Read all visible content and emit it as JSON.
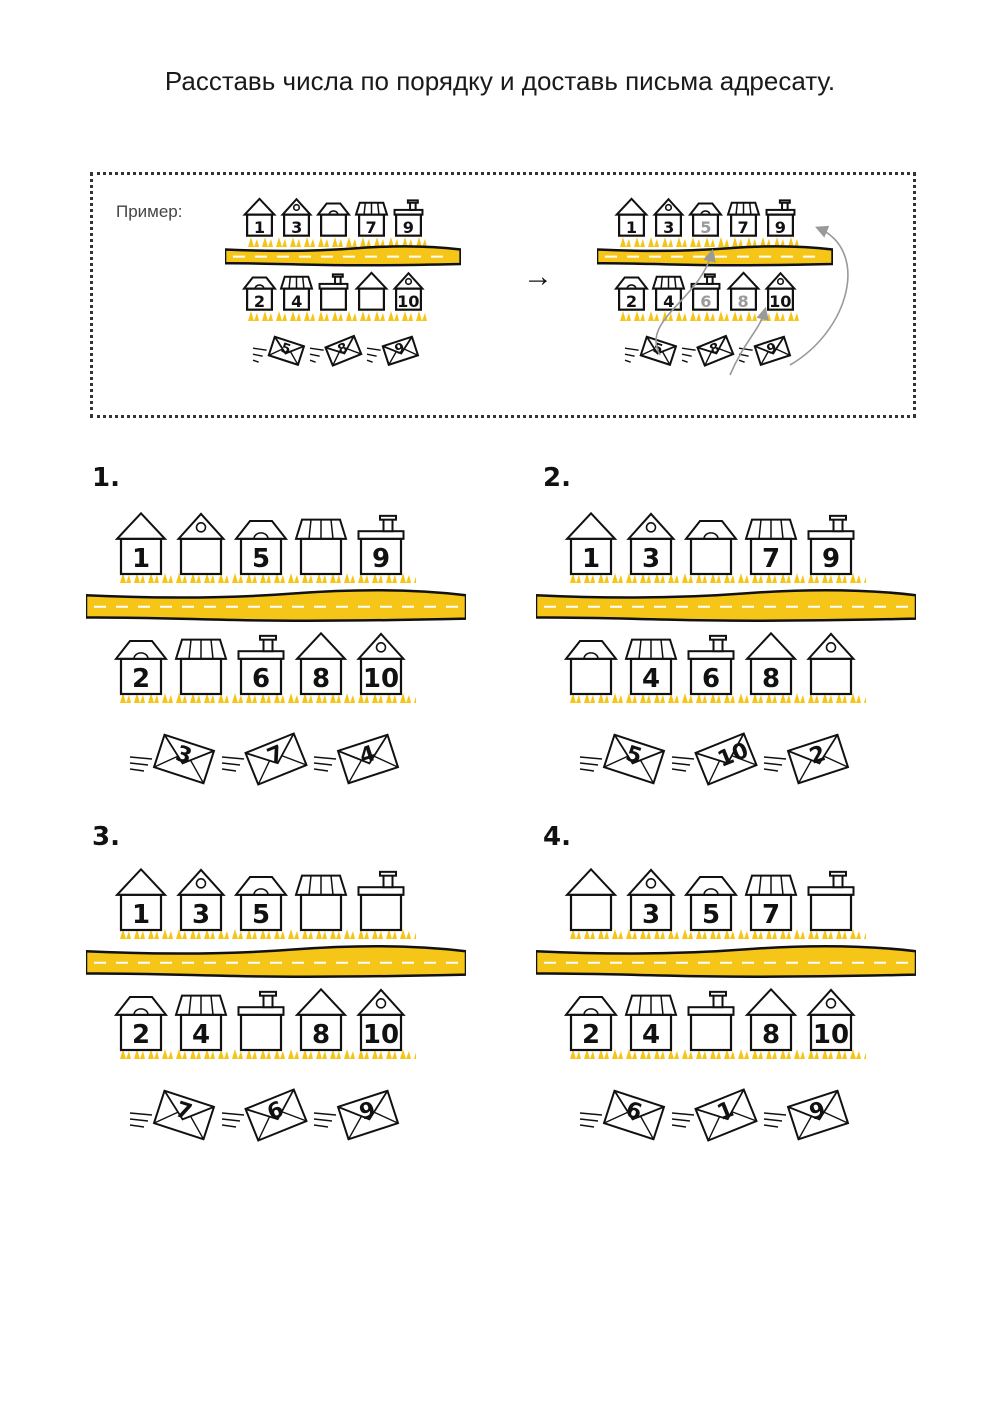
{
  "title": "Расставь числа по порядку и доставь письма адресату.",
  "example": {
    "label": "Пример:",
    "arrow": "→",
    "before": {
      "top": [
        "1",
        "3",
        "",
        "7",
        "9"
      ],
      "bottom": [
        "2",
        "4",
        "",
        "",
        "10"
      ],
      "letters": [
        "5",
        "8",
        "9"
      ]
    },
    "after": {
      "top": [
        "1",
        "3",
        "5",
        "7",
        "9"
      ],
      "bottom": [
        "2",
        "4",
        "6",
        "8",
        "10"
      ],
      "letters": [
        "5",
        "8",
        "9"
      ],
      "filled_color": "#9a9a9a"
    }
  },
  "exercises": [
    {
      "number": "1.",
      "top": [
        "1",
        "",
        "5",
        "",
        "9"
      ],
      "bottom": [
        "2",
        "",
        "6",
        "8",
        "10"
      ],
      "letters": [
        "3",
        "7",
        "4"
      ]
    },
    {
      "number": "2.",
      "top": [
        "1",
        "3",
        "",
        "7",
        "9"
      ],
      "bottom": [
        "",
        "4",
        "6",
        "8",
        ""
      ],
      "letters": [
        "5",
        "10",
        "2"
      ]
    },
    {
      "number": "3.",
      "top": [
        "1",
        "3",
        "5",
        "",
        ""
      ],
      "bottom": [
        "2",
        "4",
        "",
        "8",
        "10"
      ],
      "letters": [
        "7",
        "6",
        "9"
      ]
    },
    {
      "number": "4.",
      "top": [
        "",
        "3",
        "5",
        "7",
        ""
      ],
      "bottom": [
        "2",
        "4",
        "",
        "8",
        "10"
      ],
      "letters": [
        "6",
        "1",
        "9"
      ]
    }
  ],
  "colors": {
    "road": "#f5c518",
    "grass": "#f5c518",
    "ink": "#111111"
  }
}
